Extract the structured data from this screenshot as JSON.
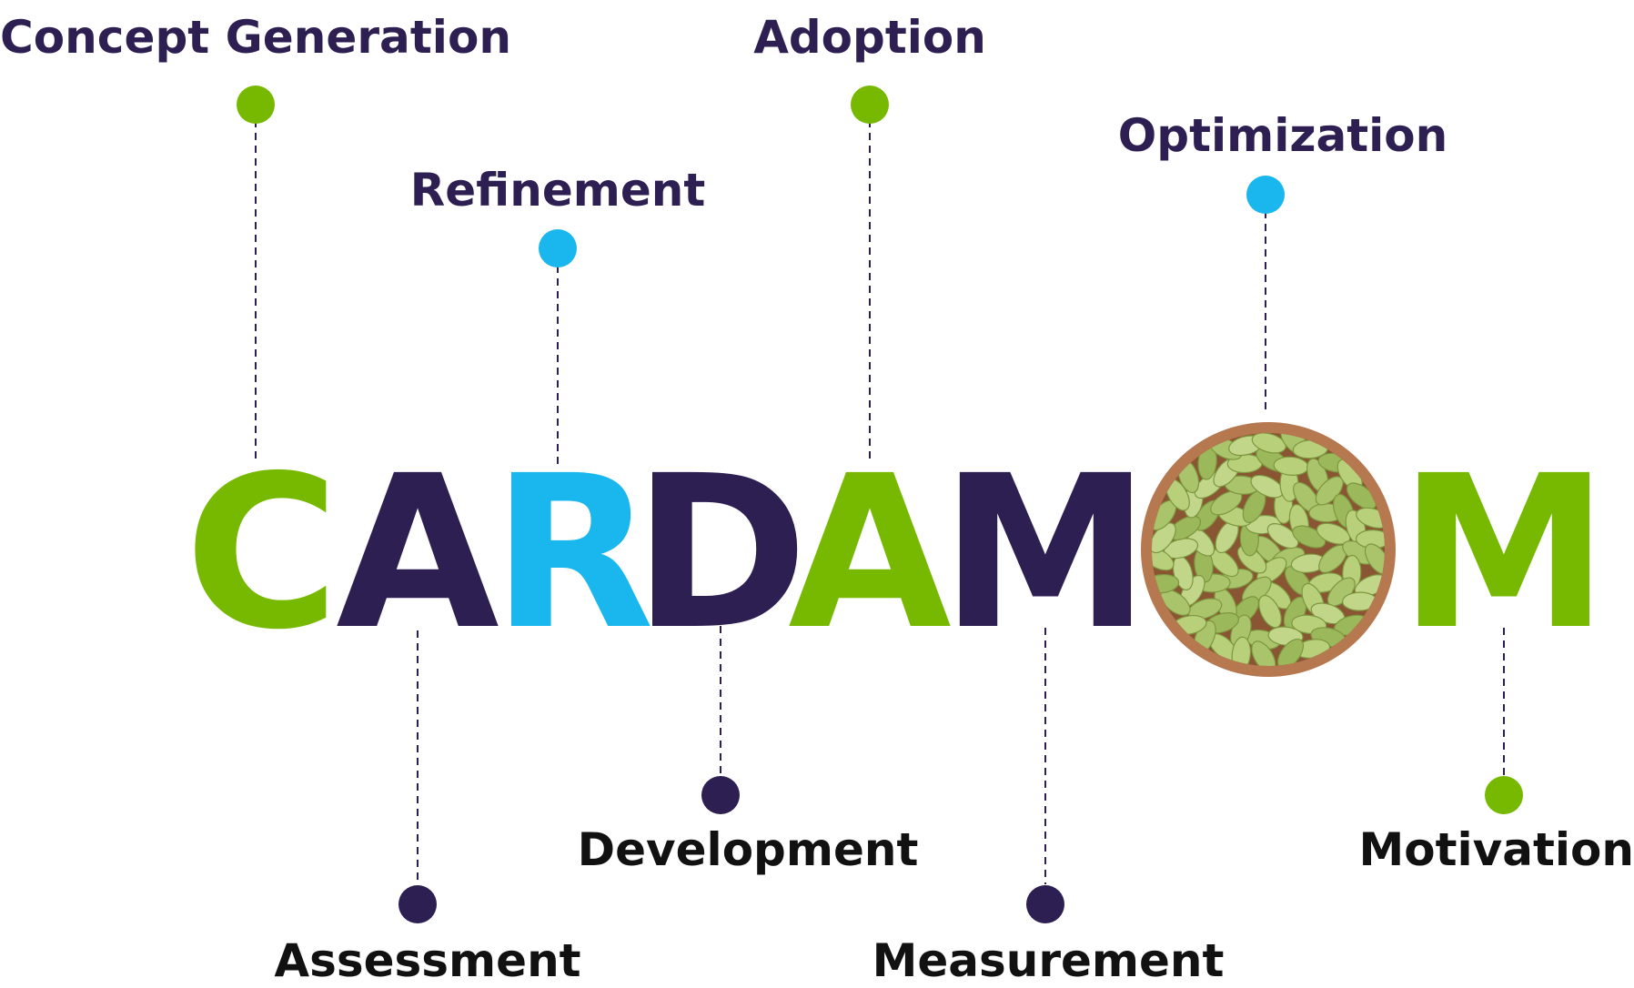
{
  "colors": {
    "green": "#76b900",
    "blue": "#1ab7ee",
    "purple": "#2e1f52",
    "black": "#111111",
    "bowl": "#b5784f",
    "pod": "#a9c46a"
  },
  "word": {
    "letters": [
      {
        "char": "C",
        "color": "green"
      },
      {
        "char": "A",
        "color": "purple"
      },
      {
        "char": "R",
        "color": "blue"
      },
      {
        "char": "D",
        "color": "purple"
      },
      {
        "char": "A",
        "color": "green"
      },
      {
        "char": "M",
        "color": "purple"
      },
      {
        "char": "O",
        "color": "image",
        "icon": "cardamom-bowl-icon"
      },
      {
        "char": "M",
        "color": "green"
      }
    ]
  },
  "top_labels": [
    {
      "text": "Concept Generation",
      "color": "purple",
      "dot": "green"
    },
    {
      "text": "Refinement",
      "color": "purple",
      "dot": "blue"
    },
    {
      "text": "Adoption",
      "color": "purple",
      "dot": "green"
    },
    {
      "text": "Optimization",
      "color": "purple",
      "dot": "blue"
    }
  ],
  "bottom_labels": [
    {
      "text": "Assessment",
      "color": "black",
      "dot": "purple"
    },
    {
      "text": "Development",
      "color": "black",
      "dot": "purple"
    },
    {
      "text": "Measurement",
      "color": "black",
      "dot": "purple"
    },
    {
      "text": "Motivation",
      "color": "black",
      "dot": "green"
    }
  ]
}
